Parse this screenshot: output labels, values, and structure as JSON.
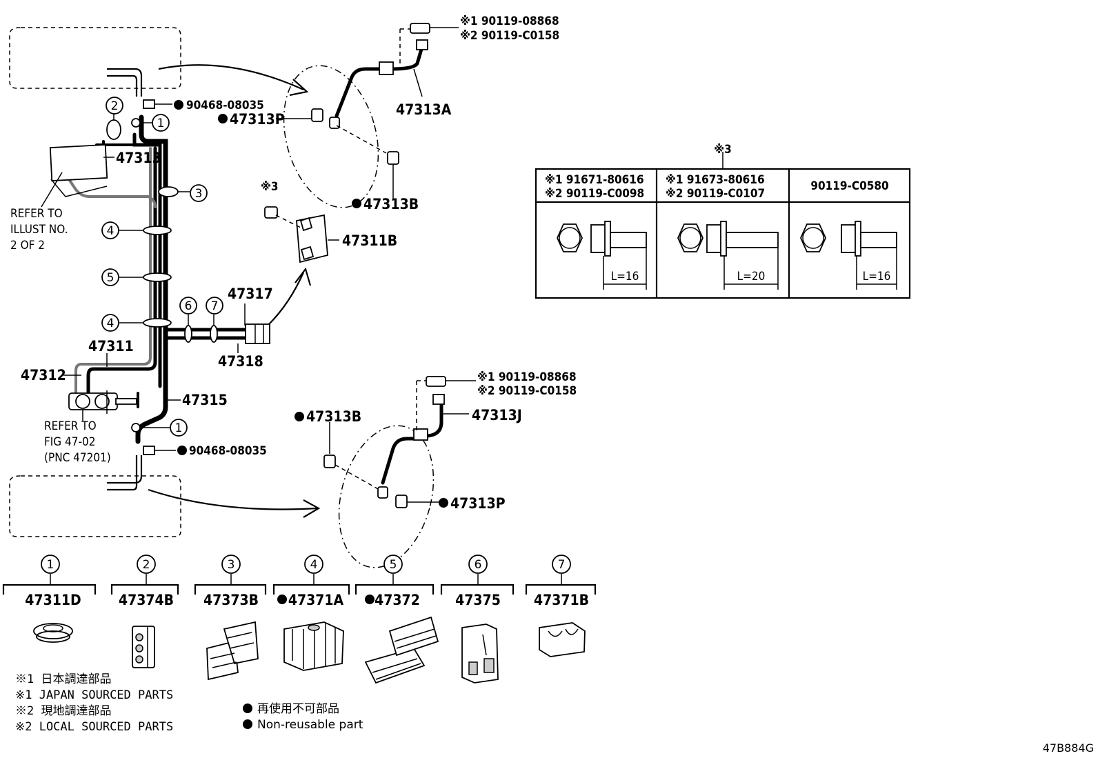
{
  "diagram_code": "47B884G",
  "refer_notes": {
    "illust": [
      "REFER TO",
      "ILLUST NO.",
      "2 OF 2"
    ],
    "fig": [
      "REFER TO",
      "FIG 47-02",
      "(PNC 47201)"
    ]
  },
  "labels": {
    "p47313": "47313",
    "p47313A": "47313A",
    "p47313P_top": "47313P",
    "p47313B_top": "47313B",
    "p47311B": "47311B",
    "p47317": "47317",
    "p47318": "47318",
    "p47311": "47311",
    "p47312": "47312",
    "p47315": "47315",
    "p47313B_bot": "47313B",
    "p47313J": "47313J",
    "p47313P_bot": "47313P",
    "clip_top": "90468-08035",
    "clip_bot": "90468-08035",
    "note3": "※3"
  },
  "callouts": {
    "top_1": "※1 90119-08868",
    "top_2": "※2 90119-C0158",
    "bot_1": "※1 90119-08868",
    "bot_2": "※2 90119-C0158"
  },
  "bolt_table": {
    "title": "※3",
    "columns": [
      {
        "line1": "※1 91671-80616",
        "line2": "※2 90119-C0098",
        "length": "L=16"
      },
      {
        "line1": "※1 91673-80616",
        "line2": "※2 90119-C0107",
        "length": "L=20"
      },
      {
        "line1": "90119-C0580",
        "line2": "",
        "length": "L=16"
      }
    ]
  },
  "clamps": [
    {
      "num": "1",
      "part": "47311D",
      "nonreusable": false
    },
    {
      "num": "2",
      "part": "47374B",
      "nonreusable": false
    },
    {
      "num": "3",
      "part": "47373B",
      "nonreusable": false
    },
    {
      "num": "4",
      "part": "47371A",
      "nonreusable": true
    },
    {
      "num": "5",
      "part": "47372",
      "nonreusable": true
    },
    {
      "num": "6",
      "part": "47375",
      "nonreusable": false
    },
    {
      "num": "7",
      "part": "47371B",
      "nonreusable": false
    }
  ],
  "legend": {
    "jp1": "※1 日本調達部品",
    "en1": "※1 JAPAN SOURCED PARTS",
    "jp2": "※2 現地調達部品",
    "en2": "※2 LOCAL SOURCED PARTS",
    "nonreuse_jp": "再使用不可部品",
    "nonreuse_en": "Non-reusable part"
  },
  "marker_labels": {
    "m1a": "1",
    "m2": "2",
    "m3": "3",
    "m4a": "4",
    "m5": "5",
    "m4b": "4",
    "m6": "6",
    "m7": "7",
    "m1b": "1"
  }
}
